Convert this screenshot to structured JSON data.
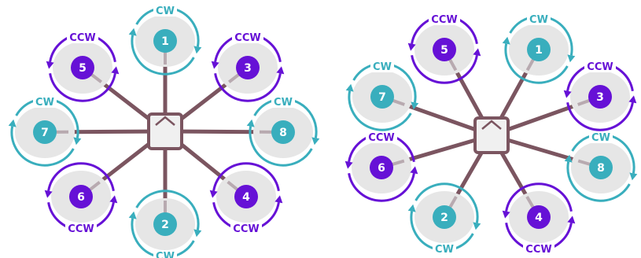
{
  "colors": {
    "cw": "#39aebd",
    "ccw": "#6611d6",
    "arm": "#7b5560",
    "disc": "#e6e6e6",
    "hub_fill": "#f0f0f0",
    "hub_stroke": "#7b5560"
  },
  "diagrams": [
    {
      "rotors": [
        {
          "number": "1",
          "direction": "CW"
        },
        {
          "number": "3",
          "direction": "CCW"
        },
        {
          "number": "8",
          "direction": "CW"
        },
        {
          "number": "4",
          "direction": "CCW"
        },
        {
          "number": "2",
          "direction": "CW"
        },
        {
          "number": "6",
          "direction": "CCW"
        },
        {
          "number": "7",
          "direction": "CW"
        },
        {
          "number": "5",
          "direction": "CCW"
        }
      ]
    },
    {
      "rotors": [
        {
          "number": "1",
          "direction": "CW"
        },
        {
          "number": "3",
          "direction": "CCW"
        },
        {
          "number": "8",
          "direction": "CW"
        },
        {
          "number": "4",
          "direction": "CCW"
        },
        {
          "number": "2",
          "direction": "CW"
        },
        {
          "number": "6",
          "direction": "CCW"
        },
        {
          "number": "7",
          "direction": "CW"
        },
        {
          "number": "5",
          "direction": "CCW"
        }
      ]
    }
  ]
}
